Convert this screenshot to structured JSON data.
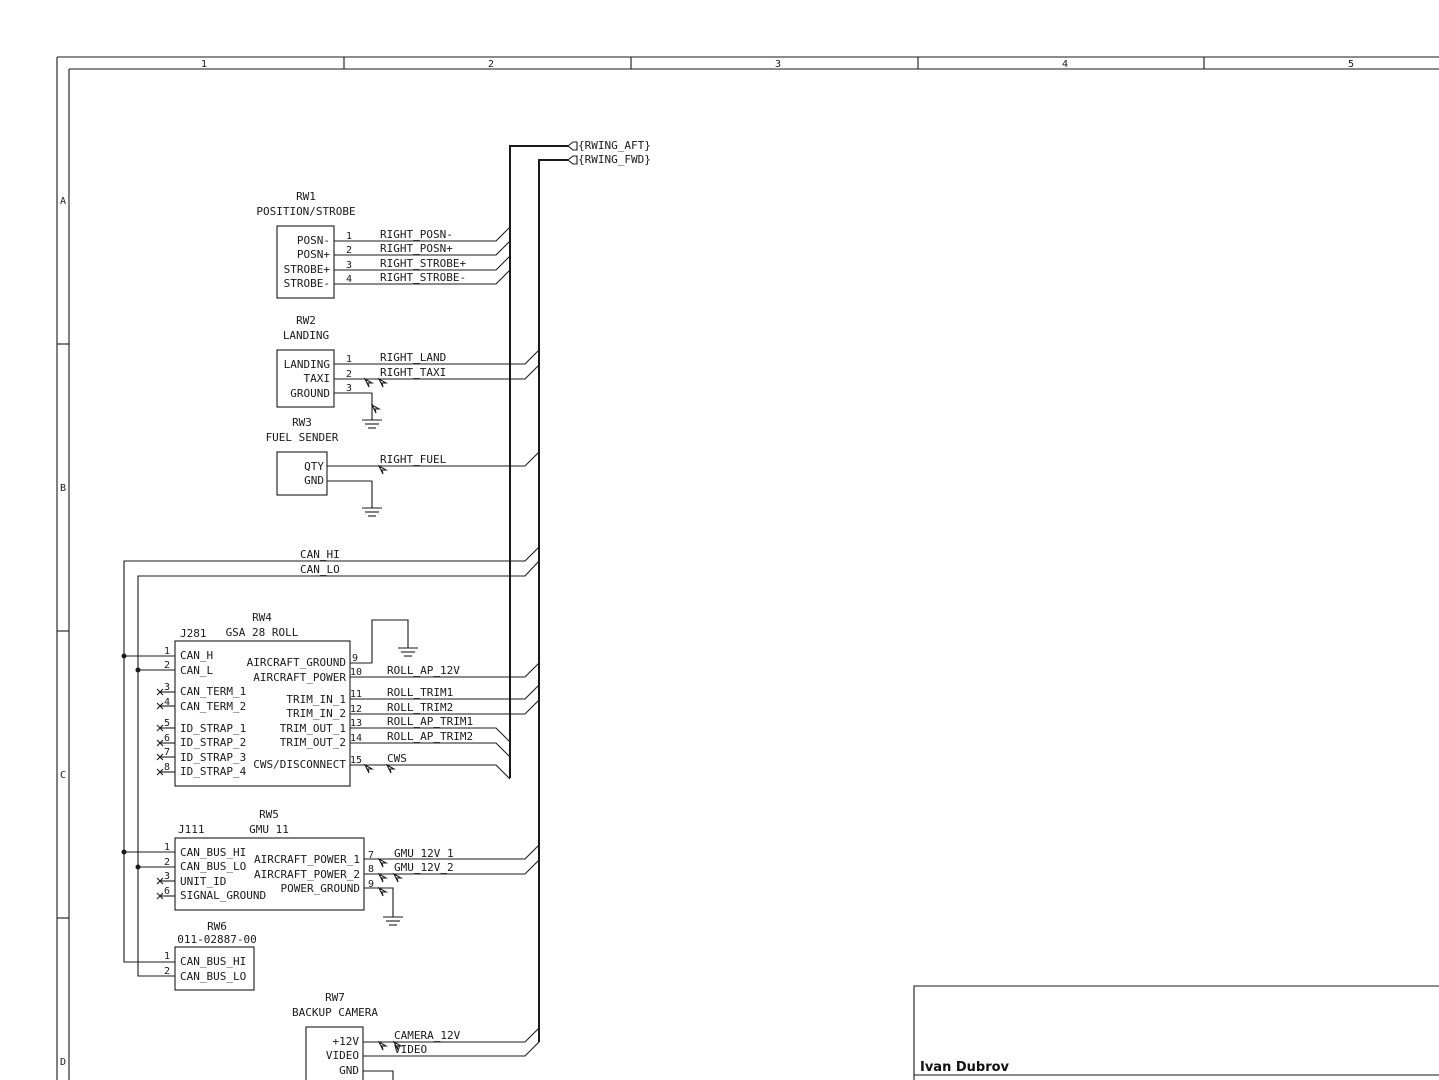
{
  "border": {
    "columns": [
      "1",
      "2",
      "3",
      "4",
      "5"
    ],
    "rows": [
      "A",
      "B",
      "C",
      "D"
    ]
  },
  "bus_labels": {
    "aft": "{RWING_AFT}",
    "fwd": "{RWING_FWD}"
  },
  "components": {
    "rw1": {
      "ref": "RW1",
      "name": "POSITION/STROBE",
      "pins": [
        "POSN-",
        "POSN+",
        "STROBE+",
        "STROBE-"
      ],
      "numbers": [
        "1",
        "2",
        "3",
        "4"
      ],
      "nets": [
        "RIGHT_POSN-",
        "RIGHT_POSN+",
        "RIGHT_STROBE+",
        "RIGHT_STROBE-"
      ]
    },
    "rw2": {
      "ref": "RW2",
      "name": "LANDING",
      "pins": [
        "LANDING",
        "TAXI",
        "GROUND"
      ],
      "numbers": [
        "1",
        "2",
        "3"
      ],
      "nets": [
        "RIGHT_LAND",
        "RIGHT_TAXI"
      ]
    },
    "rw3": {
      "ref": "RW3",
      "name": "FUEL SENDER",
      "pins": [
        "QTY",
        "GND"
      ],
      "nets": [
        "RIGHT_FUEL"
      ]
    },
    "rw4": {
      "ref": "RW4",
      "name": "GSA 28 ROLL",
      "connector": "J281",
      "left_pins": [
        "CAN_H",
        "CAN_L",
        "CAN_TERM_1",
        "CAN_TERM_2",
        "ID_STRAP_1",
        "ID_STRAP_2",
        "ID_STRAP_3",
        "ID_STRAP_4"
      ],
      "left_numbers": [
        "1",
        "2",
        "3",
        "4",
        "5",
        "6",
        "7",
        "8"
      ],
      "right_pins": [
        "AIRCRAFT_GROUND",
        "AIRCRAFT_POWER",
        "TRIM_IN_1",
        "TRIM_IN_2",
        "TRIM_OUT_1",
        "TRIM_OUT_2",
        "CWS/DISCONNECT"
      ],
      "right_numbers": [
        "9",
        "10",
        "11",
        "12",
        "13",
        "14",
        "15"
      ],
      "nets": [
        "ROLL_AP_12V",
        "ROLL_TRIM1",
        "ROLL_TRIM2",
        "ROLL_AP_TRIM1",
        "ROLL_AP_TRIM2",
        "CWS"
      ]
    },
    "rw5": {
      "ref": "RW5",
      "name": "GMU 11",
      "connector": "J111",
      "left_pins": [
        "CAN_BUS_HI",
        "CAN_BUS_LO",
        "UNIT_ID",
        "SIGNAL_GROUND"
      ],
      "left_numbers": [
        "1",
        "2",
        "3",
        "6"
      ],
      "right_pins": [
        "AIRCRAFT_POWER_1",
        "AIRCRAFT_POWER_2",
        "POWER_GROUND"
      ],
      "right_numbers": [
        "7",
        "8",
        "9"
      ],
      "nets": [
        "GMU_12V_1",
        "GMU_12V_2"
      ]
    },
    "rw6": {
      "ref": "RW6",
      "name": "011-02887-00",
      "pins": [
        "CAN_BUS_HI",
        "CAN_BUS_LO"
      ],
      "numbers": [
        "1",
        "2"
      ]
    },
    "rw7": {
      "ref": "RW7",
      "name": "BACKUP CAMERA",
      "pins": [
        "+12V",
        "VIDEO",
        "GND"
      ],
      "nets": [
        "CAMERA_12V",
        "VIDEO"
      ]
    }
  },
  "can_nets": [
    "CAN_HI",
    "CAN_LO"
  ],
  "title_block": {
    "author": "Ivan Dubrov"
  }
}
